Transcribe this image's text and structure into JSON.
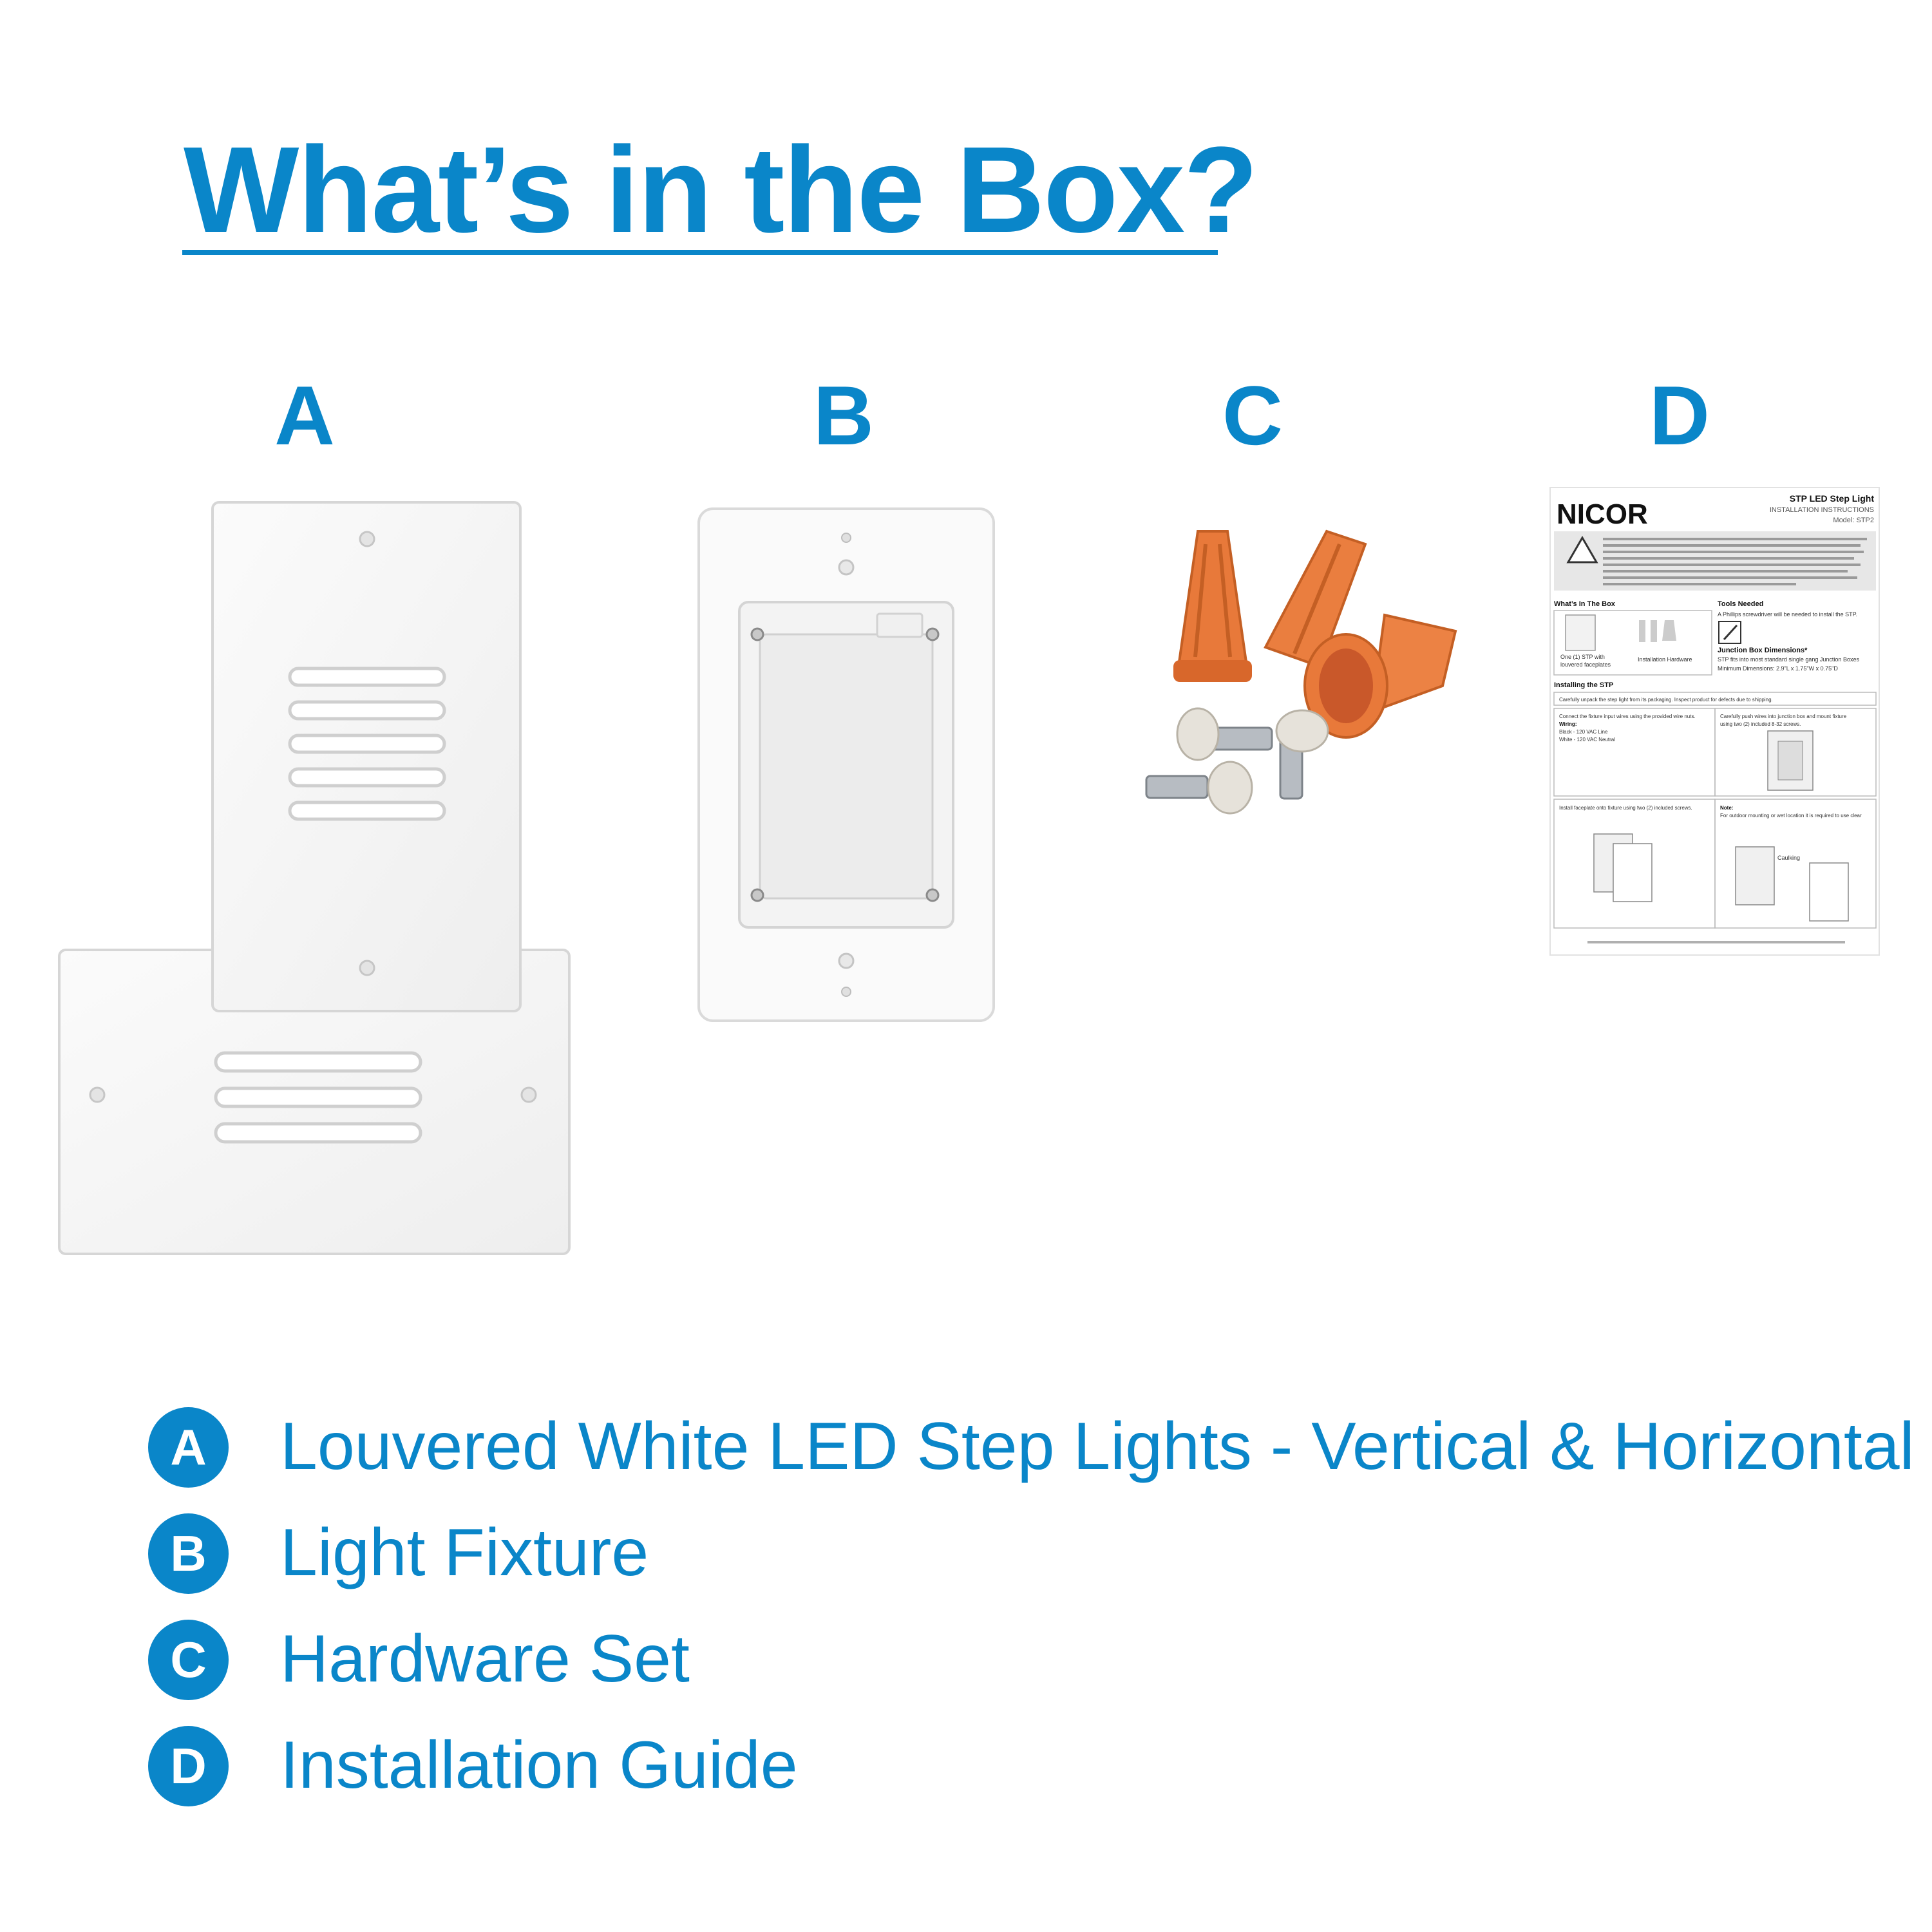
{
  "title": "What’s in the Box?",
  "items": [
    {
      "letter": "A",
      "description": "Louvered White LED Step Lights - Vertical & Horizontal",
      "image_icon": "louvered-step-light-faceplates"
    },
    {
      "letter": "B",
      "description": "Light Fixture",
      "image_icon": "light-fixture-housing"
    },
    {
      "letter": "C",
      "description": "Hardware Set",
      "image_icon": "wire-nuts-and-screws"
    },
    {
      "letter": "D",
      "description": "Installation Guide",
      "image_icon": "installation-guide-sheet"
    }
  ],
  "guide": {
    "brand": "NICOR",
    "product_title": "STP LED Step Light",
    "subtitle": "INSTALLATION INSTRUCTIONS",
    "model": "Model: STP2",
    "whats_in_box": "What’s In The Box",
    "tools_needed": "Tools Needed",
    "tools_text": "A Phillips screwdriver will be needed to install the STP.",
    "junction_title": "Junction Box Dimensions*",
    "junction_text": "STP fits into most standard single gang Junction Boxes",
    "min_dimensions": "Minimum Dimensions: 2.9\"L x 1.75\"W x 0.75\"D",
    "box_item_1a": "One (1) STP with",
    "box_item_1b": "louvered faceplates",
    "box_item_2": "Installation Hardware",
    "installing": "Installing the STP",
    "step1": "Carefully unpack the step light from its packaging. Inspect product for defects due to shipping.",
    "step2a": "Connect the fixture input wires using the provided wire nuts.",
    "step2b": "Wiring:",
    "step2c": "Black - 120 VAC Line",
    "step2d": "White - 120 VAC Neutral",
    "step3a": "Carefully push wires into junction box and mount fixture",
    "step3b": "using two (2) included 8-32 screws.",
    "step4a": "Install faceplate onto fixture using two (2) included screws.",
    "step5a": "Note:",
    "step5b": "For outdoor mounting or wet location it is required to use clear",
    "caulking": "Caulking"
  },
  "colors": {
    "brand_blue": "#0a86c9",
    "wire_nut_orange": "#e8793a",
    "plate_white": "#f7f7f7"
  }
}
